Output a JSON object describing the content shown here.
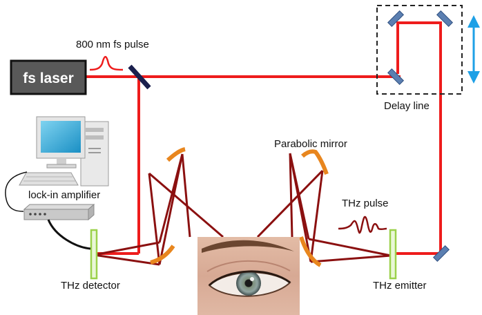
{
  "labels": {
    "fs_laser": "fs laser",
    "pulse": "800 nm fs pulse",
    "delay_line": "Delay line",
    "parabolic_mirror": "Parabolic mirror",
    "lock_in": "lock-in amplifier",
    "thz_pulse": "THz pulse",
    "thz_detector": "THz detector",
    "thz_emitter": "THz emitter"
  },
  "colors": {
    "beam_red": "#ee1c1c",
    "thz_beam": "#8b1010",
    "parabolic_orange": "#e8861e",
    "mirror_blue": "#5b7fb1",
    "crystal_green": "#9bd14b",
    "delay_arrow": "#1ea0e6",
    "laser_box": "#595959"
  },
  "icons": {
    "computer": "desktop-computer-icon",
    "amplifier": "lock-in-amplifier-icon",
    "eye": "human-eye-photo"
  }
}
